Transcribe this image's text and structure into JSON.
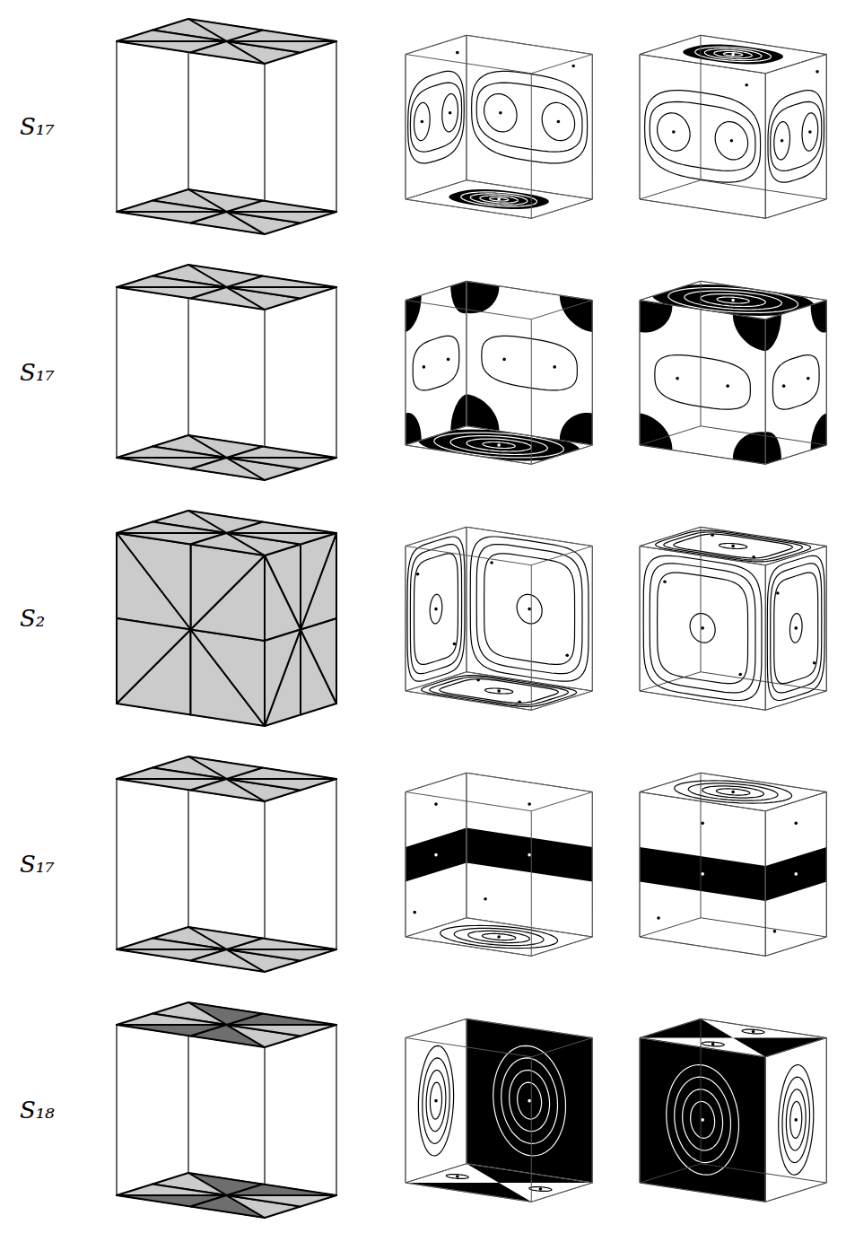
{
  "diagram": {
    "labels": [
      "S₁₇",
      "S₁₇",
      "S₂",
      "S₁₇",
      "S₁₈"
    ]
  }
}
